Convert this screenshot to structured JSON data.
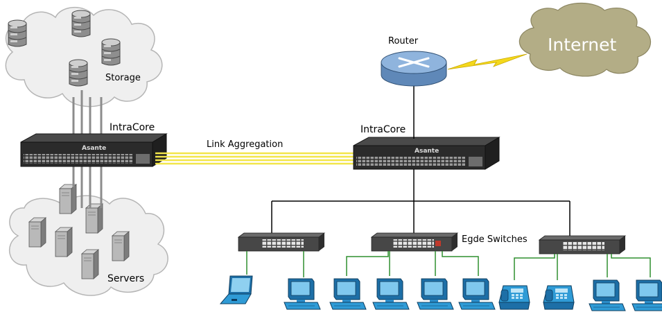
{
  "labels": {
    "storage": "Storage",
    "servers": "Servers",
    "core_left": "IntraCore",
    "core_right": "IntraCore",
    "link_aggregation": "Link Aggregation",
    "router": "Router",
    "internet": "Internet",
    "edge_switches": "Egde Switches"
  },
  "brand": "Asante",
  "colors": {
    "cloud_fill": "#efefef",
    "internet_cloud": "#b3ad86",
    "router_fill": "#8fb4dd",
    "switch_dark": "#2b2b2b",
    "edge_switch": "#474747",
    "aggregation_line": "#f2e64a",
    "lightning": "#f4d81c",
    "drop_line": "#2f8f2f",
    "computer_blue": "#2f9bd6"
  },
  "icons": [
    "storage-disk-icon",
    "server-tower-icon",
    "router-icon",
    "switch-icon",
    "laptop-icon",
    "desktop-computer-icon",
    "ip-phone-icon",
    "lightning-icon"
  ]
}
